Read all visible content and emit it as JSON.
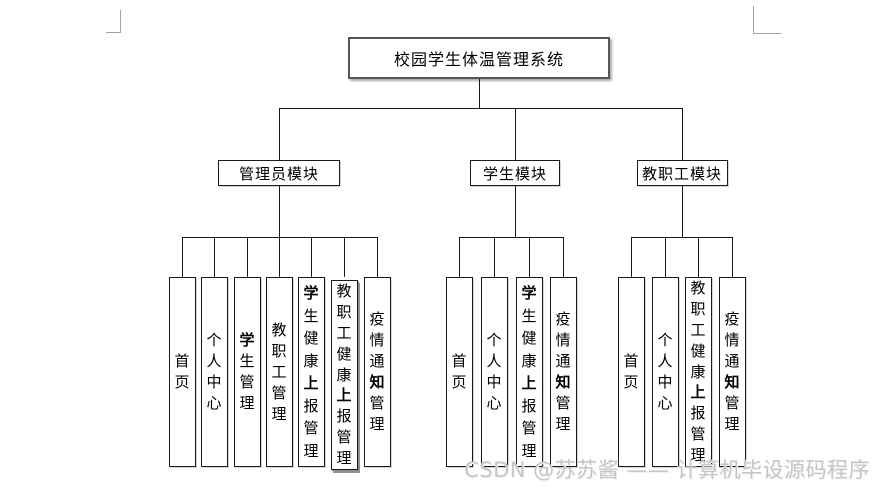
{
  "page": {
    "background": "#ffffff"
  },
  "colors": {
    "connector_line": "#1a1a1a",
    "box_border": "#1a1a1a",
    "title_box_border": "#565656",
    "watermark_gray": "#c6c6c6"
  },
  "watermark": "CSDN @苏苏酱 —— 计算机毕设源码程序",
  "diagram": {
    "title": "校园学生体温管理系统",
    "modules": [
      {
        "label": "管理员模块",
        "leaves": [
          {
            "label": "首页",
            "bold_chars": []
          },
          {
            "label": "个人中心",
            "bold_chars": []
          },
          {
            "label": "学生管理",
            "bold_chars": [
              "学"
            ]
          },
          {
            "label": "教职工管理",
            "bold_chars": []
          },
          {
            "label": "学生健康上报管理",
            "bold_chars": [
              "学",
              "上"
            ]
          },
          {
            "label": "教职工健康上报管理",
            "bold_chars": [
              "上"
            ]
          },
          {
            "label": "疫情通知管理",
            "bold_chars": [
              "知"
            ]
          }
        ]
      },
      {
        "label": "学生模块",
        "leaves": [
          {
            "label": "首页",
            "bold_chars": []
          },
          {
            "label": "个人中心",
            "bold_chars": []
          },
          {
            "label": "学生健康上报管理",
            "bold_chars": [
              "学",
              "上"
            ]
          },
          {
            "label": "疫情通知管理",
            "bold_chars": [
              "知"
            ]
          }
        ]
      },
      {
        "label": "教职工模块",
        "leaves": [
          {
            "label": "首页",
            "bold_chars": []
          },
          {
            "label": "个人中心",
            "bold_chars": []
          },
          {
            "label": "教职工健康上报管理",
            "bold_chars": [
              "上"
            ]
          },
          {
            "label": "疫情通知管理",
            "bold_chars": [
              "知"
            ]
          }
        ]
      }
    ]
  }
}
